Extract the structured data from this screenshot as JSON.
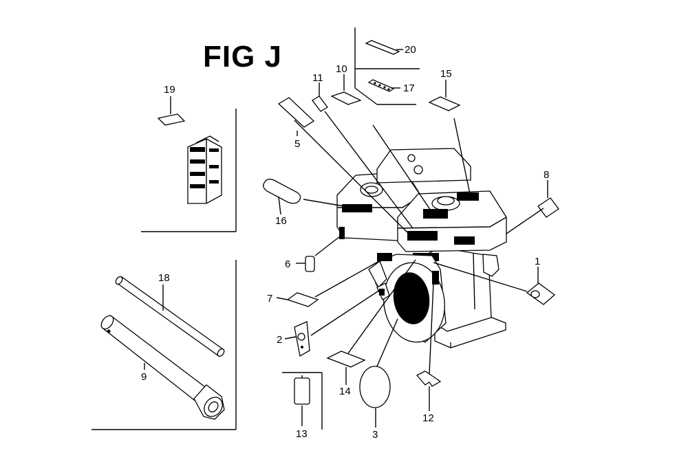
{
  "figure": {
    "title": "FIG J"
  },
  "callouts": [
    {
      "id": "1",
      "label": "1"
    },
    {
      "id": "2",
      "label": "2"
    },
    {
      "id": "3",
      "label": "3"
    },
    {
      "id": "5",
      "label": "5"
    },
    {
      "id": "6",
      "label": "6"
    },
    {
      "id": "7",
      "label": "7"
    },
    {
      "id": "8",
      "label": "8"
    },
    {
      "id": "9",
      "label": "9"
    },
    {
      "id": "10",
      "label": "10"
    },
    {
      "id": "11",
      "label": "11"
    },
    {
      "id": "12",
      "label": "12"
    },
    {
      "id": "13",
      "label": "13"
    },
    {
      "id": "14",
      "label": "14"
    },
    {
      "id": "15",
      "label": "15"
    },
    {
      "id": "16",
      "label": "16"
    },
    {
      "id": "17",
      "label": "17"
    },
    {
      "id": "18",
      "label": "18"
    },
    {
      "id": "19",
      "label": "19"
    },
    {
      "id": "20",
      "label": "20"
    }
  ]
}
